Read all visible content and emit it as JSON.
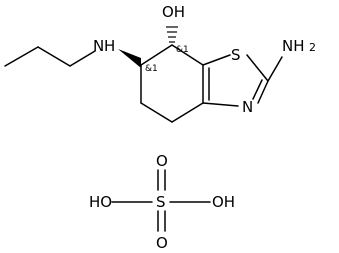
{
  "molecule": {
    "labels": {
      "oh": "OH",
      "s": "S",
      "nh2": "NH",
      "nh2_sub": "2",
      "n": "N",
      "nh": "N",
      "nh_h": "H",
      "stereo_7": "&1",
      "stereo_6": "&1"
    }
  },
  "sulfuric_acid": {
    "labels": {
      "o_top": "O",
      "o_bottom": "O",
      "s": "S",
      "ho_left": "HO",
      "oh_right": "OH"
    }
  }
}
